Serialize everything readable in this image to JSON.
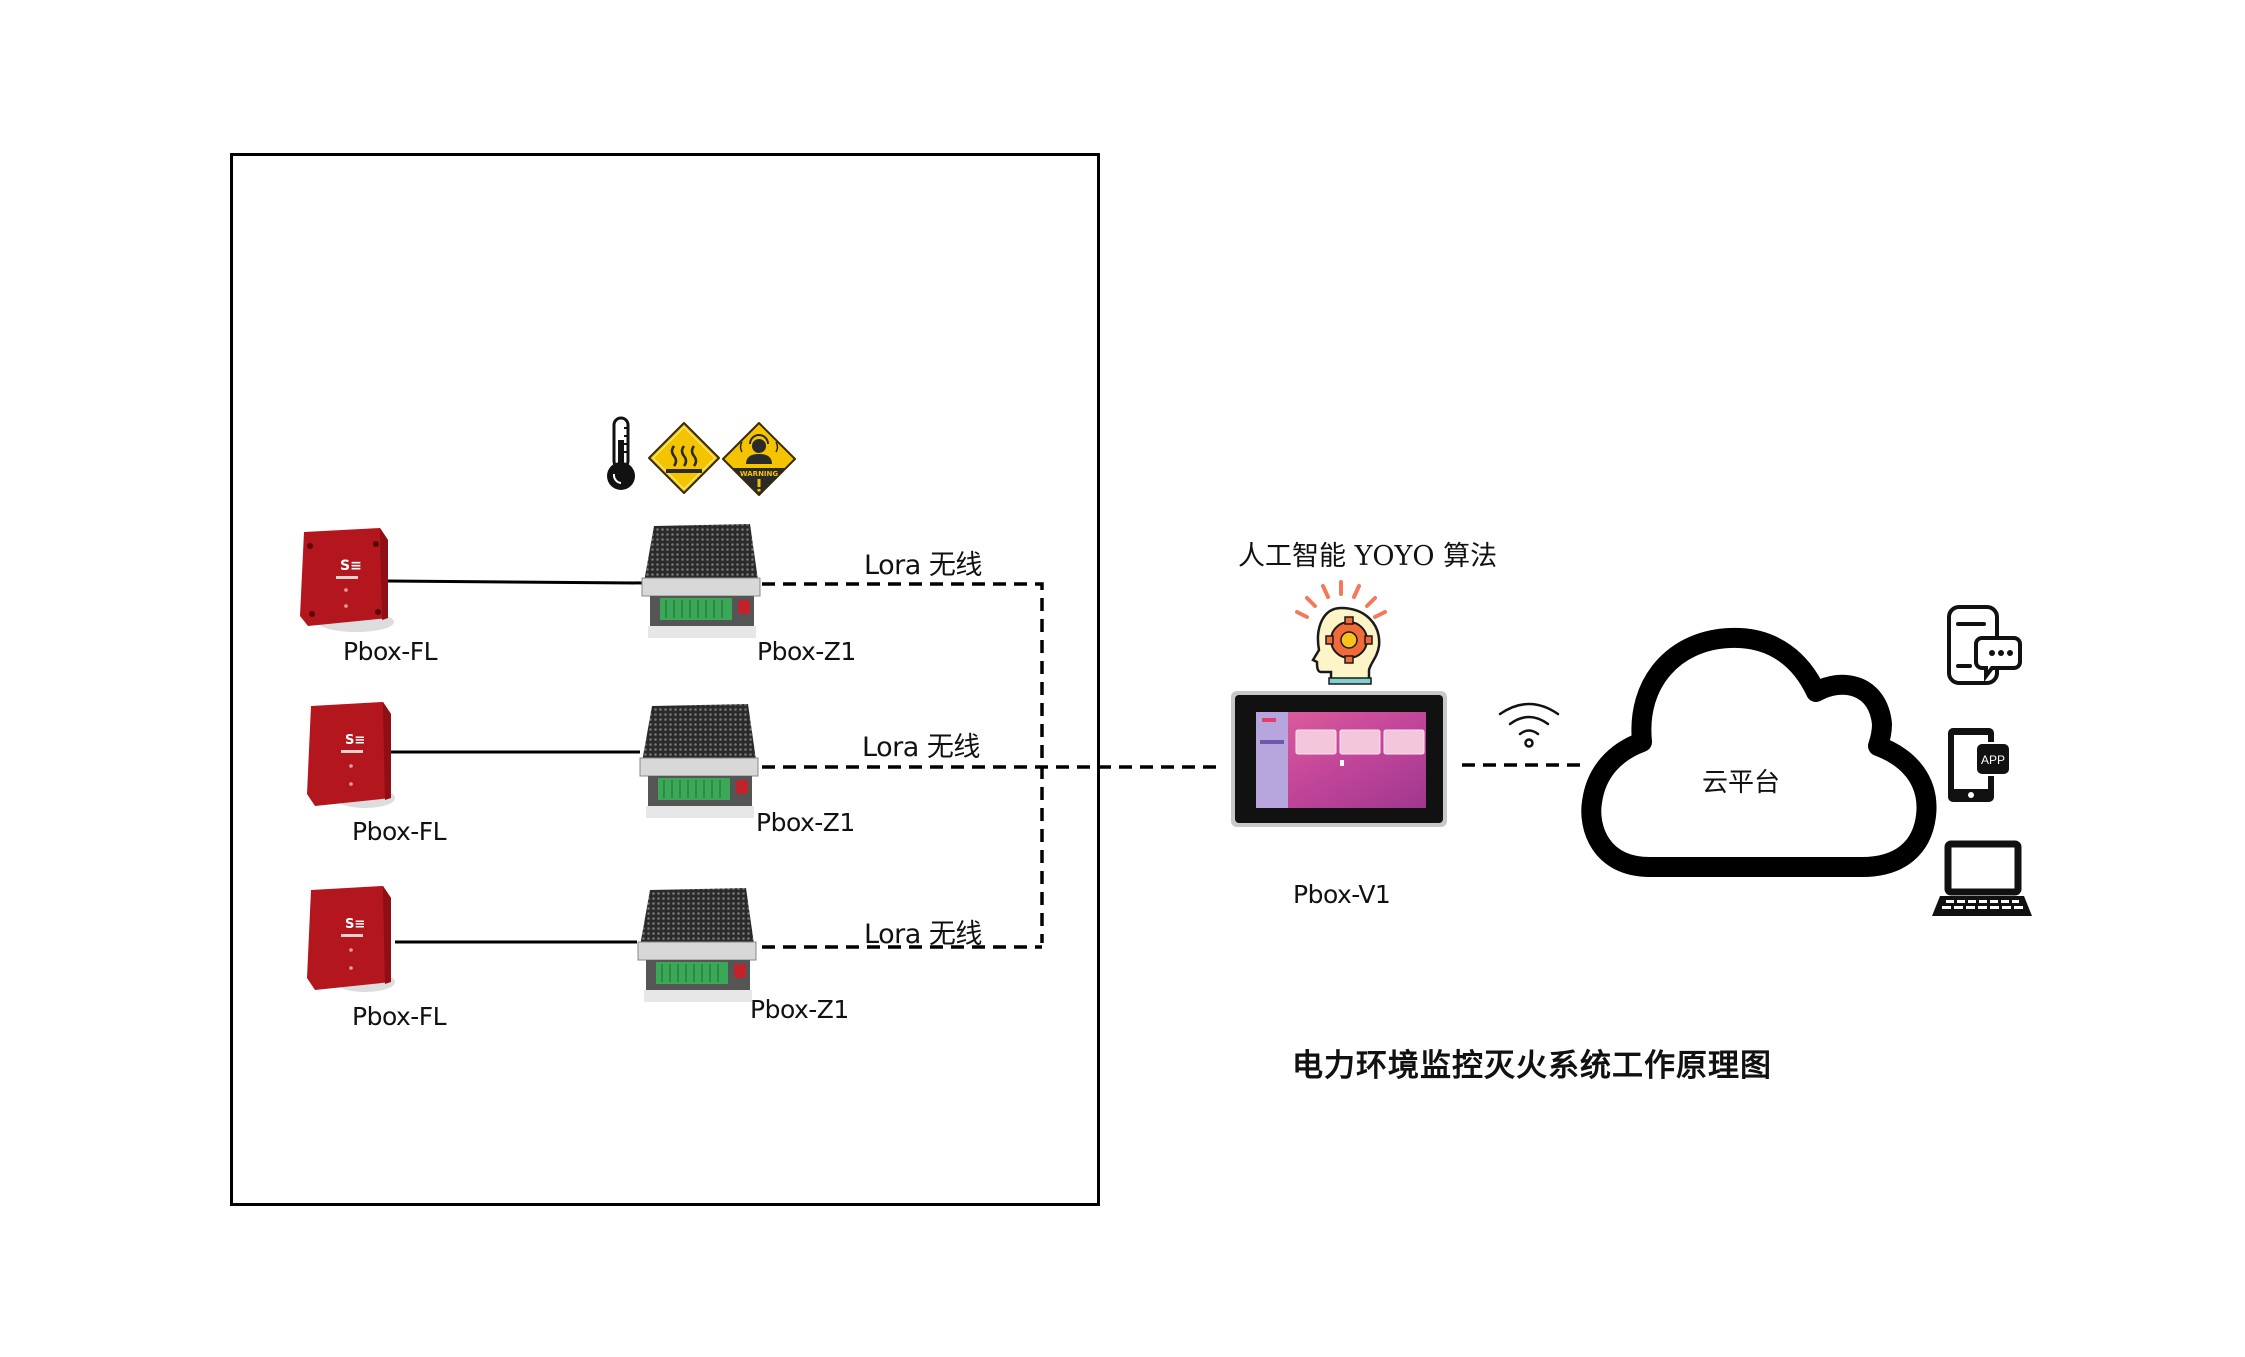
{
  "diagram": {
    "title": "电力环境监控灭火系统工作原理图",
    "site_rows": [
      {
        "detector_label": "Pbox-FL",
        "controller_label": "Pbox-Z1",
        "link_label": "Lora 无线"
      },
      {
        "detector_label": "Pbox-FL",
        "controller_label": "Pbox-Z1",
        "link_label": "Lora 无线"
      },
      {
        "detector_label": "Pbox-FL",
        "controller_label": "Pbox-Z1",
        "link_label": "Lora 无线"
      }
    ],
    "sensor_icons": [
      "thermometer-icon",
      "hot-surface-warning-icon",
      "noise-warning-icon"
    ],
    "gateway": {
      "label": "Pbox-V1",
      "ai_label": "人工智能 YOYO 算法"
    },
    "cloud": {
      "label": "云平台"
    },
    "clients": [
      "phone-message-icon",
      "phone-app-icon",
      "laptop-icon"
    ],
    "app_badge": "APP",
    "warning_text": "WARNING",
    "colors": {
      "detector_red": "#b3161c",
      "warning_yellow": "#f5c400",
      "terminal_green": "#3aa856",
      "screen_pink": "#d0559e",
      "gear_orange": "#f06a3a",
      "line": "#000000"
    }
  }
}
